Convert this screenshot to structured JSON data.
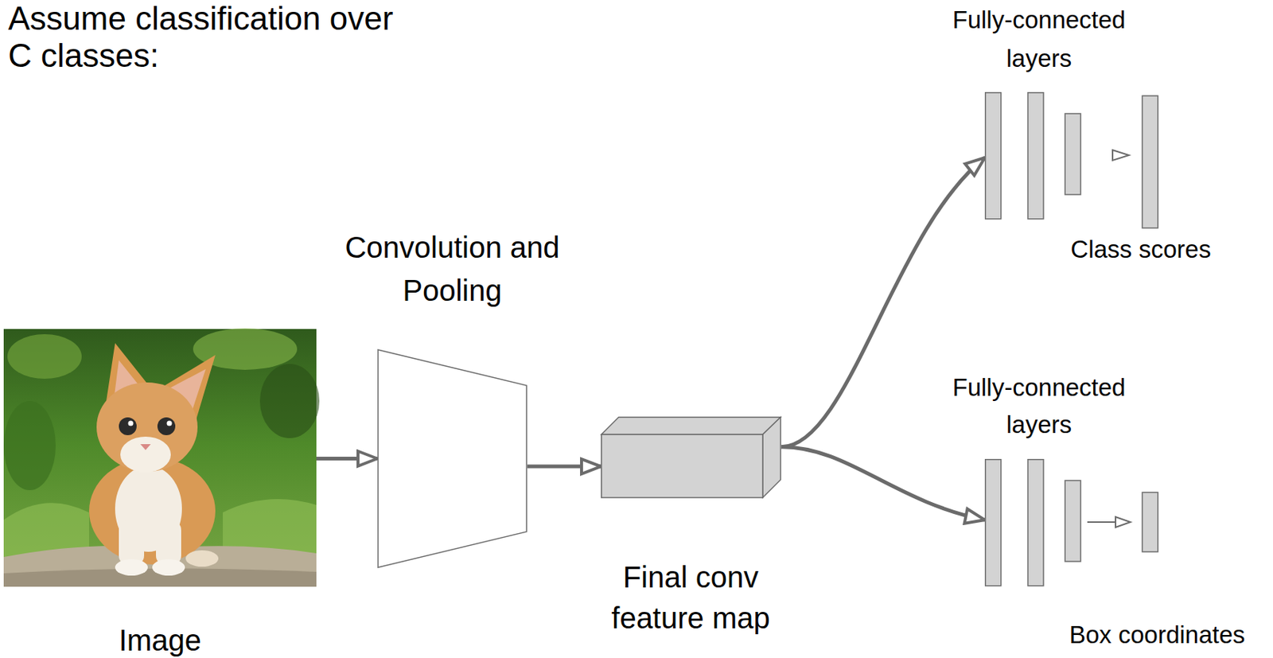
{
  "diagram": {
    "nodes": [
      {
        "text": [
          "Image"
        ]
      },
      {
        "text": [
          "Convolution and Pooling"
        ]
      },
      {
        "text": [
          "Final conv feature map"
        ]
      },
      {
        "text": [
          "Fully-connected layers",
          "Class scores"
        ]
      },
      {
        "text": [
          "Fully-connected layers",
          "Box coordinates"
        ]
      }
    ],
    "edges": [
      {
        "from": 0,
        "to": 1,
        "arrow": "to"
      },
      {
        "from": 1,
        "to": 2,
        "arrow": "to"
      },
      {
        "from": 2,
        "to": 3,
        "arrow": "to"
      },
      {
        "from": 2,
        "to": 4,
        "arrow": "to"
      }
    ],
    "labels": [
      "Assume classification over C classes:"
    ]
  }
}
